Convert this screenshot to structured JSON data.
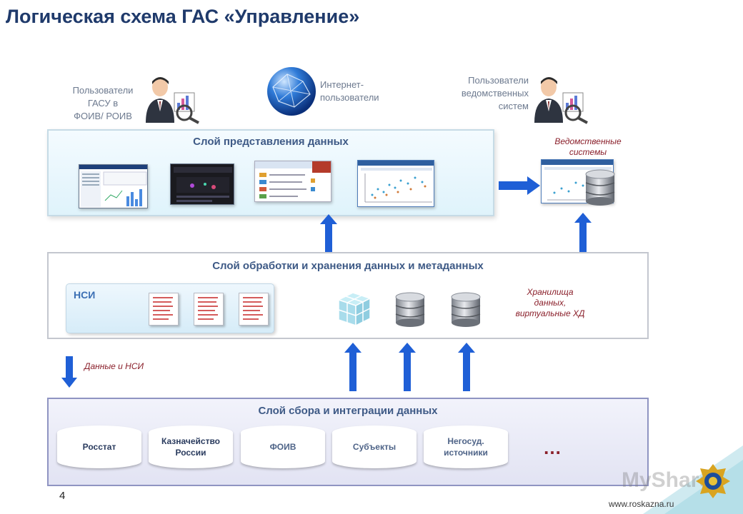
{
  "title": "Логическая схема ГАС «Управление»",
  "users": {
    "left": [
      "Пользователи",
      "ГАСУ в",
      "ФОИВ/ РОИВ"
    ],
    "internet": [
      "Интернет-",
      "пользователи"
    ],
    "right": [
      "Пользователи",
      "ведомственных",
      "систем"
    ]
  },
  "layers": {
    "presentation": "Слой представления данных",
    "processing": "Слой обработки и хранения данных и метаданных",
    "collection": "Слой сбора и интеграции данных"
  },
  "nsi": "НСИ",
  "notes": {
    "departmental": [
      "Ведомственные",
      "системы"
    ],
    "storage": [
      "Хранилища",
      "данных,",
      "виртуальные ХД"
    ],
    "data_nsi": "Данные и НСИ"
  },
  "sources": [
    {
      "line1": "Росстат",
      "line2": ""
    },
    {
      "line1": "Казначейство",
      "line2": "России"
    },
    {
      "line1": "ФОИВ",
      "line2": ""
    },
    {
      "line1": "Субъекты",
      "line2": ""
    },
    {
      "line1": "Негосуд.",
      "line2": "источники"
    }
  ],
  "ellipsis": "…",
  "page_number": "4",
  "footer_url": "www.roskazna.ru",
  "watermark": "MyShared",
  "colors": {
    "title": "#1f3a6b",
    "arrow": "#1f5fd6",
    "accent_note": "#8a1f2a"
  }
}
